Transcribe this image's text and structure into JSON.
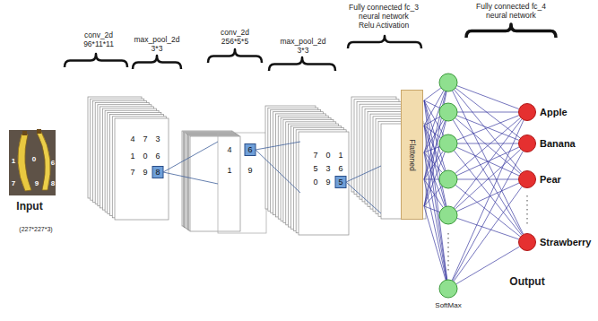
{
  "diagram": {
    "nodes": [
      {
        "text": [
          "Flattened"
        ]
      },
      {
        "text": [
          "Apple"
        ]
      },
      {
        "text": [
          "Banana"
        ]
      },
      {
        "text": [
          "Pear"
        ]
      },
      {
        "text": [
          "Strawberry"
        ]
      }
    ],
    "labels": [
      "conv_2d 96*11*11",
      "max_pool_2d 3*3",
      "conv_2d 256*5*5",
      "max_pool_2d 3*3",
      "Fully connected fc_3",
      "neural network",
      "Relu Activation",
      "Fully connected fc_4 neural network",
      "Input",
      "(227*227*3)",
      "1",
      "0",
      "6",
      "7",
      "9",
      "8",
      "4",
      "7",
      "3",
      "1",
      "0",
      "6",
      "7",
      "9",
      "8",
      "4",
      "6",
      "1",
      "9",
      "7",
      "0",
      "1",
      "5",
      "3",
      "6",
      "0",
      "9",
      "5",
      "SoftMax",
      "Output"
    ]
  }
}
